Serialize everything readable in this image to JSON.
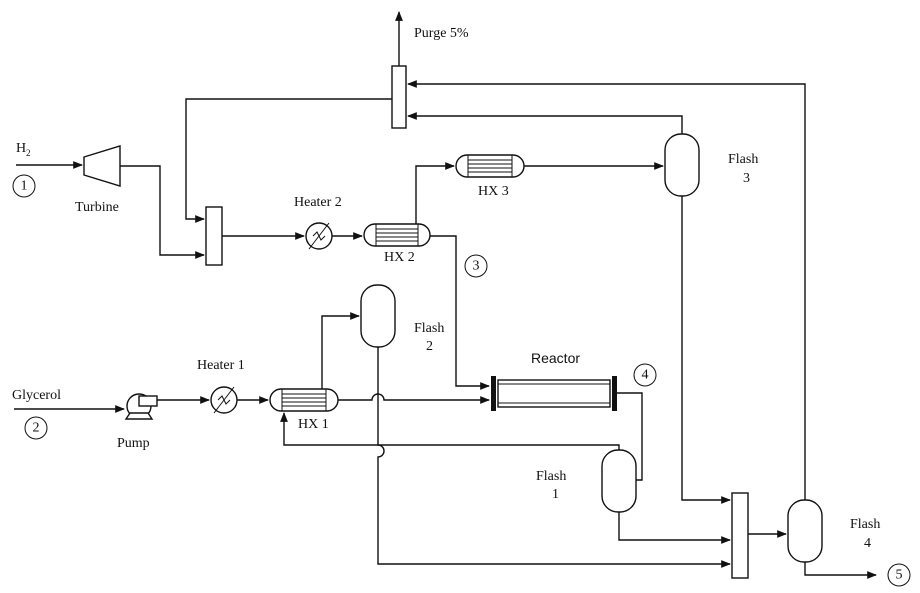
{
  "labels": {
    "purge": "Purge 5%",
    "h2": "H",
    "h2_sub": "2",
    "turbine": "Turbine",
    "heater2": "Heater 2",
    "hx2": "HX 2",
    "hx3": "HX 3",
    "flash3_a": "Flash",
    "flash3_b": "3",
    "flash2_a": "Flash",
    "flash2_b": "2",
    "reactor": "Reactor",
    "glycerol": "Glycerol",
    "heater1": "Heater 1",
    "hx1": "HX 1",
    "pump": "Pump",
    "flash1_a": "Flash",
    "flash1_b": "1",
    "flash4_a": "Flash",
    "flash4_b": "4"
  },
  "stream_numbers": {
    "s1": "1",
    "s2": "2",
    "s3": "3",
    "s4": "4",
    "s5": "5"
  }
}
